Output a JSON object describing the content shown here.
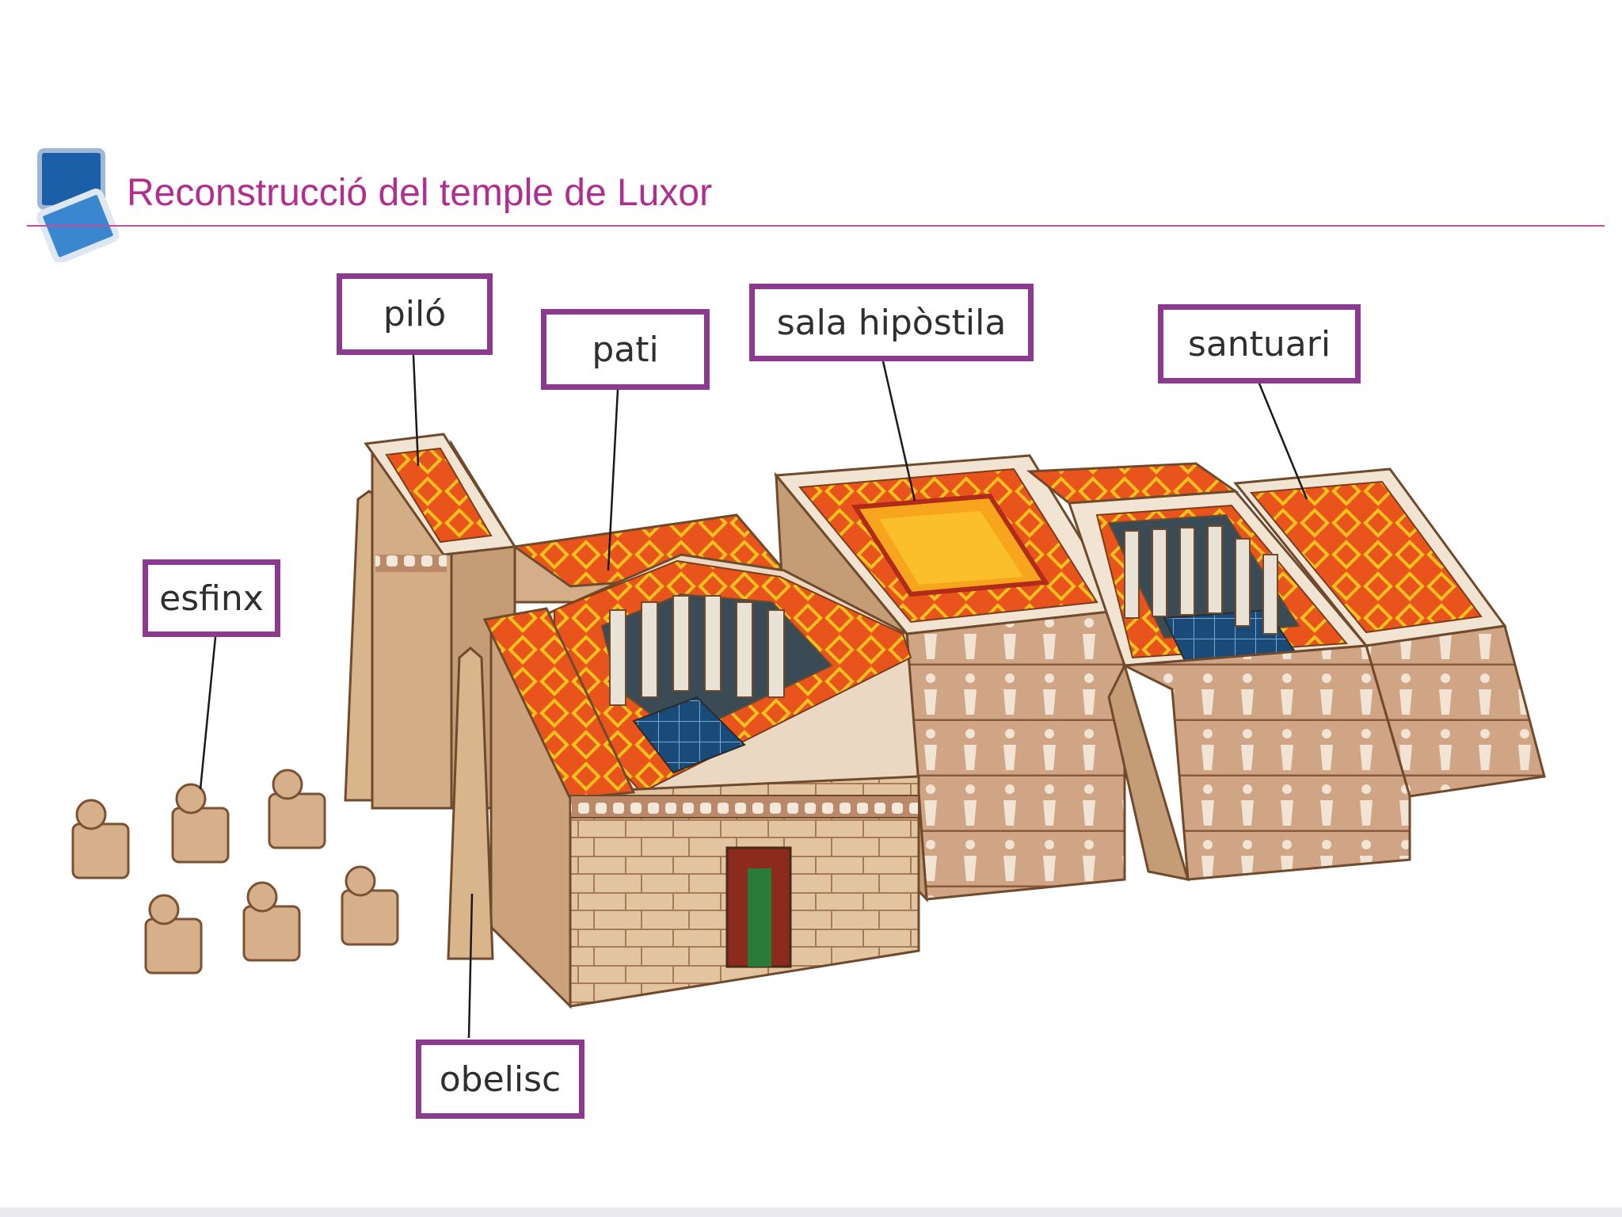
{
  "slide": {
    "title": "Reconstrucció del temple de Luxor",
    "title_color": "#b12d8f"
  },
  "labels": {
    "pilo": "piló",
    "pati": "pati",
    "sala_hipostila": "sala hipòstila",
    "santuari": "santuari",
    "esfinx": "esfinx",
    "obelisc": "obelisc"
  },
  "colors": {
    "label_border": "#8b3a8f",
    "stone": "#d9b58c",
    "roof_orange": "#e8531a",
    "roof_yellow": "#f5b81a",
    "pool_blue": "#1c4f7a"
  },
  "icons": {
    "header": "slides-icon"
  }
}
